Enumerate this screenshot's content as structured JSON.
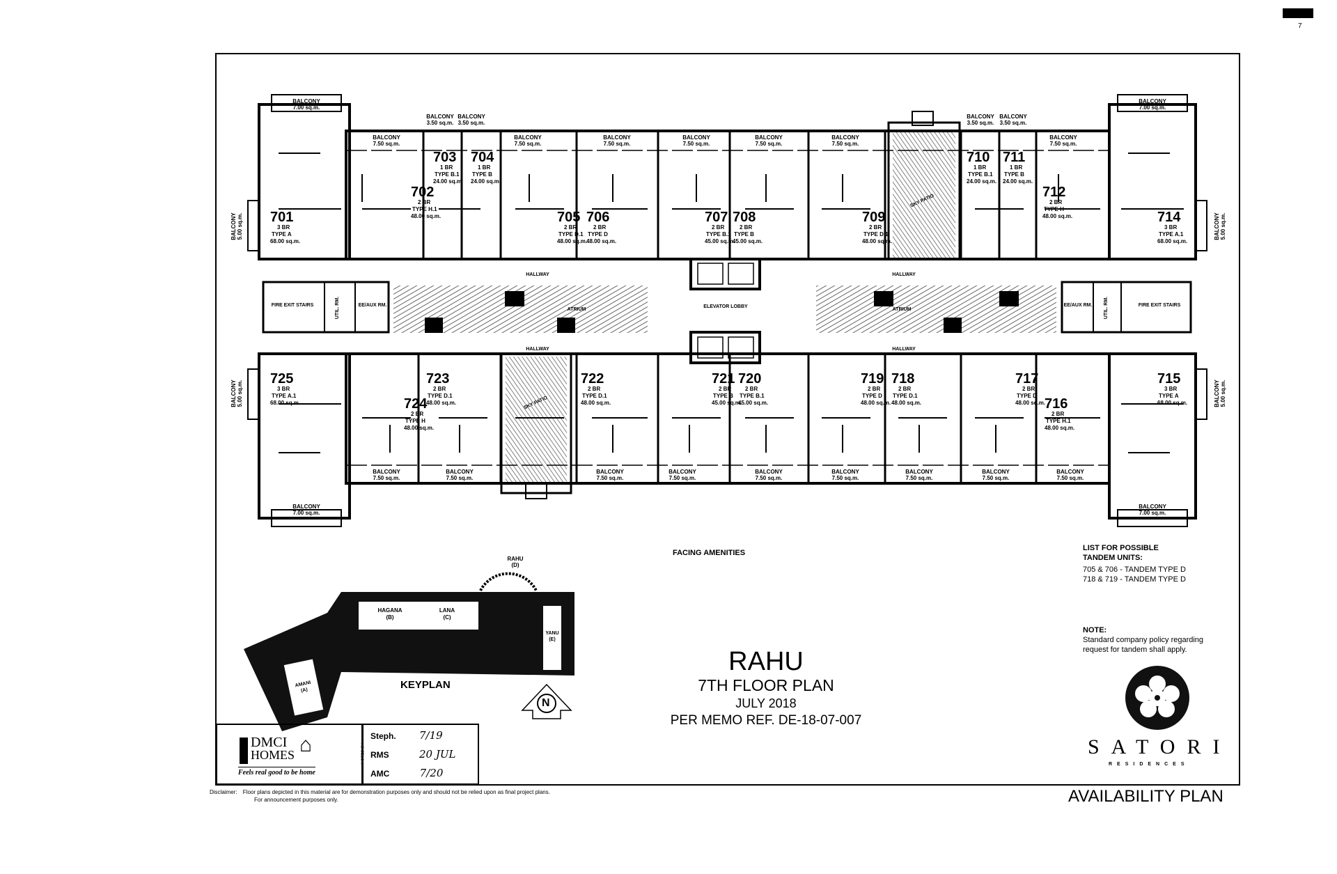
{
  "page_number": "7",
  "floor_plan": {
    "units": [
      {
        "number": "701",
        "bedrooms": "3 BR",
        "type": "TYPE A",
        "area": "68.00 sq.m."
      },
      {
        "number": "702",
        "bedrooms": "2 BR",
        "type": "TYPE H.1",
        "area": "48.00 sq.m."
      },
      {
        "number": "703",
        "bedrooms": "1 BR",
        "type": "TYPE B.1",
        "area": "24.00 sq.m."
      },
      {
        "number": "704",
        "bedrooms": "1 BR",
        "type": "TYPE B",
        "area": "24.00 sq.m."
      },
      {
        "number": "705",
        "bedrooms": "2 BR",
        "type": "TYPE D.1",
        "area": "48.00 sq.m."
      },
      {
        "number": "706",
        "bedrooms": "2 BR",
        "type": "TYPE D",
        "area": "48.00 sq.m."
      },
      {
        "number": "707",
        "bedrooms": "2 BR",
        "type": "TYPE B.1",
        "area": "45.00 sq.m."
      },
      {
        "number": "708",
        "bedrooms": "2 BR",
        "type": "TYPE B",
        "area": "45.00 sq.m."
      },
      {
        "number": "709",
        "bedrooms": "2 BR",
        "type": "TYPE D.1",
        "area": "48.00 sq.m."
      },
      {
        "number": "710",
        "bedrooms": "1 BR",
        "type": "TYPE B.1",
        "area": "24.00 sq.m."
      },
      {
        "number": "711",
        "bedrooms": "1 BR",
        "type": "TYPE B",
        "area": "24.00 sq.m."
      },
      {
        "number": "712",
        "bedrooms": "2 BR",
        "type": "TYPE H",
        "area": "48.00 sq.m."
      },
      {
        "number": "714",
        "bedrooms": "3 BR",
        "type": "TYPE A.1",
        "area": "68.00 sq.m."
      },
      {
        "number": "725",
        "bedrooms": "3 BR",
        "type": "TYPE A.1",
        "area": "68.00 sq.m."
      },
      {
        "number": "724",
        "bedrooms": "2 BR",
        "type": "TYPE H",
        "area": "48.00 sq.m."
      },
      {
        "number": "723",
        "bedrooms": "2 BR",
        "type": "TYPE D.1",
        "area": "48.00 sq.m."
      },
      {
        "number": "722",
        "bedrooms": "2 BR",
        "type": "TYPE D.1",
        "area": "48.00 sq.m."
      },
      {
        "number": "721",
        "bedrooms": "2 BR",
        "type": "TYPE B",
        "area": "45.00 sq.m."
      },
      {
        "number": "720",
        "bedrooms": "2 BR",
        "type": "TYPE B.1",
        "area": "45.00 sq.m."
      },
      {
        "number": "719",
        "bedrooms": "2 BR",
        "type": "TYPE D",
        "area": "48.00 sq.m."
      },
      {
        "number": "718",
        "bedrooms": "2 BR",
        "type": "TYPE D.1",
        "area": "48.00 sq.m."
      },
      {
        "number": "717",
        "bedrooms": "2 BR",
        "type": "TYPE D",
        "area": "48.00 sq.m."
      },
      {
        "number": "716",
        "bedrooms": "2 BR",
        "type": "TYPE H.1",
        "area": "48.00 sq.m."
      },
      {
        "number": "715",
        "bedrooms": "3 BR",
        "type": "TYPE A",
        "area": "68.00 sq.m."
      }
    ],
    "balconies": [
      {
        "label": "BALCONY",
        "area": "7.00 sq.m."
      },
      {
        "label": "BALCONY",
        "area": "3.50 sq.m."
      },
      {
        "label": "BALCONY",
        "area": "3.50 sq.m."
      },
      {
        "label": "BALCONY",
        "area": "7.50 sq.m."
      },
      {
        "label": "BALCONY",
        "area": "7.50 sq.m."
      },
      {
        "label": "BALCONY",
        "area": "7.50 sq.m."
      },
      {
        "label": "BALCONY",
        "area": "7.50 sq.m."
      },
      {
        "label": "BALCONY",
        "area": "7.50 sq.m."
      },
      {
        "label": "BALCONY",
        "area": "7.50 sq.m."
      },
      {
        "label": "BALCONY",
        "area": "3.50 sq.m."
      },
      {
        "label": "BALCONY",
        "area": "3.50 sq.m."
      },
      {
        "label": "BALCONY",
        "area": "7.50 sq.m."
      },
      {
        "label": "BALCONY",
        "area": "7.00 sq.m."
      },
      {
        "label": "BALCONY",
        "area": "7.50 sq.m."
      },
      {
        "label": "BALCONY",
        "area": "7.50 sq.m."
      },
      {
        "label": "BALCONY",
        "area": "7.50 sq.m."
      },
      {
        "label": "BALCONY",
        "area": "7.50 sq.m."
      },
      {
        "label": "BALCONY",
        "area": "7.50 sq.m."
      },
      {
        "label": "BALCONY",
        "area": "7.50 sq.m."
      },
      {
        "label": "BALCONY",
        "area": "7.50 sq.m."
      },
      {
        "label": "BALCONY",
        "area": "7.50 sq.m."
      },
      {
        "label": "BALCONY",
        "area": "7.50 sq.m."
      },
      {
        "label": "BALCONY",
        "area": "7.00 sq.m."
      },
      {
        "label": "BALCONY",
        "area": "7.00 sq.m."
      }
    ],
    "side_balconies": [
      {
        "label": "BALCONY",
        "area": "5.00 sq.m."
      },
      {
        "label": "BALCONY",
        "area": "5.00 sq.m."
      },
      {
        "label": "BALCONY",
        "area": "5.00 sq.m."
      },
      {
        "label": "BALCONY",
        "area": "5.00 sq.m."
      }
    ],
    "spaces": [
      "HALLWAY",
      "HALLWAY",
      "HALLWAY",
      "HALLWAY",
      "ATRIUM",
      "ATRIUM",
      "ELEVATOR LOBBY",
      "FIRE EXIT STAIRS",
      "FIRE EXIT STAIRS",
      "UTIL. RM.",
      "UTIL. RM.",
      "EE/AUX RM.",
      "EE/AUX RM.",
      "SKY PATIO",
      "SKY PATIO"
    ]
  },
  "facing_label": "FACING AMENITIES",
  "keyplan": {
    "label": "KEYPLAN",
    "buildings": [
      {
        "name": "RAHU",
        "code": "(D)"
      },
      {
        "name": "HAGANA",
        "code": "(B)"
      },
      {
        "name": "LANA",
        "code": "(C)"
      },
      {
        "name": "YANU",
        "code": "(E)"
      },
      {
        "name": "AMANI",
        "code": "(A)"
      }
    ],
    "north": "N"
  },
  "title": {
    "building": "RAHU",
    "floor": "7TH FLOOR PLAN",
    "date": "JULY 2018",
    "memo": "PER MEMO REF. DE-18-07-007"
  },
  "tandem": {
    "heading1": "LIST FOR POSSIBLE",
    "heading2": "TANDEM UNITS:",
    "items": [
      "705 & 706 - TANDEM TYPE D",
      "718 & 719 - TANDEM TYPE D"
    ]
  },
  "note": {
    "heading": "NOTE:",
    "line1": "Standard company policy regarding",
    "line2": "request for tandem shall apply."
  },
  "brand": {
    "name": "SATORI",
    "sub": "RESIDENCES",
    "developer1": "DMCI",
    "developer2": "HOMES",
    "tagline": "Feels real good to be home"
  },
  "signoff": {
    "side": "NOTED BY",
    "rows": [
      {
        "name": "Steph.",
        "date": "7/19"
      },
      {
        "name": "RMS",
        "date": "20 JUL"
      },
      {
        "name": "AMC",
        "date": "7/20"
      }
    ]
  },
  "footer": {
    "disclaimer_label": "Disclaimer:",
    "disclaimer1": "Floor plans depicted in this material are for demonstration purposes only and should not be relied upon as final project plans.",
    "disclaimer2": "For announcement purposes only.",
    "plan_label": "AVAILABILITY PLAN"
  }
}
